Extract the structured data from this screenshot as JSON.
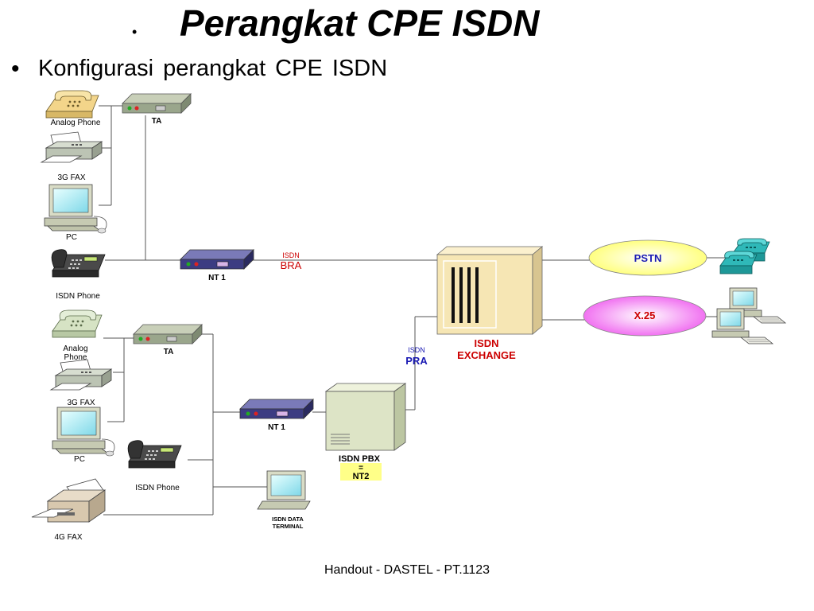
{
  "slide": {
    "title": "Perangkat CPE ISDN",
    "subtitle": "Konfigurasi  perangkat  CPE ISDN",
    "footer": "Handout - DASTEL - PT.1123"
  },
  "diagram": {
    "top_group": {
      "analog_phone": "Analog Phone",
      "fax": "3G FAX",
      "pc": "PC",
      "isdn_phone": "ISDN Phone",
      "ta": "TA",
      "nt1": "NT 1"
    },
    "bra_link": {
      "small": "ISDN",
      "big": "BRA"
    },
    "exchange": {
      "line1": "ISDN",
      "line2": "EXCHANGE"
    },
    "pra_link": {
      "small": "ISDN",
      "big": "PRA"
    },
    "pstn": "PSTN",
    "x25": "X.25",
    "bottom_group": {
      "analog_phone_line1": "Analog",
      "analog_phone_line2": "Phone",
      "fax": "3G FAX",
      "pc": "PC",
      "isdn_phone": "ISDN Phone",
      "fax4g": "4G FAX",
      "ta": "TA",
      "nt1": "NT 1",
      "terminal_line1": "ISDN DATA",
      "terminal_line2": "TERMINAL"
    },
    "pbx": {
      "line1": "ISDN PBX",
      "line2": "=",
      "line3": "NT2"
    },
    "colors": {
      "exchange": "#F6E6B4",
      "pstn": "#FFFF88",
      "x25": "#F277F2",
      "label_red": "#CC0000",
      "label_blue": "#1A1AB3",
      "device_green": "#9AA68C",
      "device_blue": "#3C3C82"
    }
  }
}
